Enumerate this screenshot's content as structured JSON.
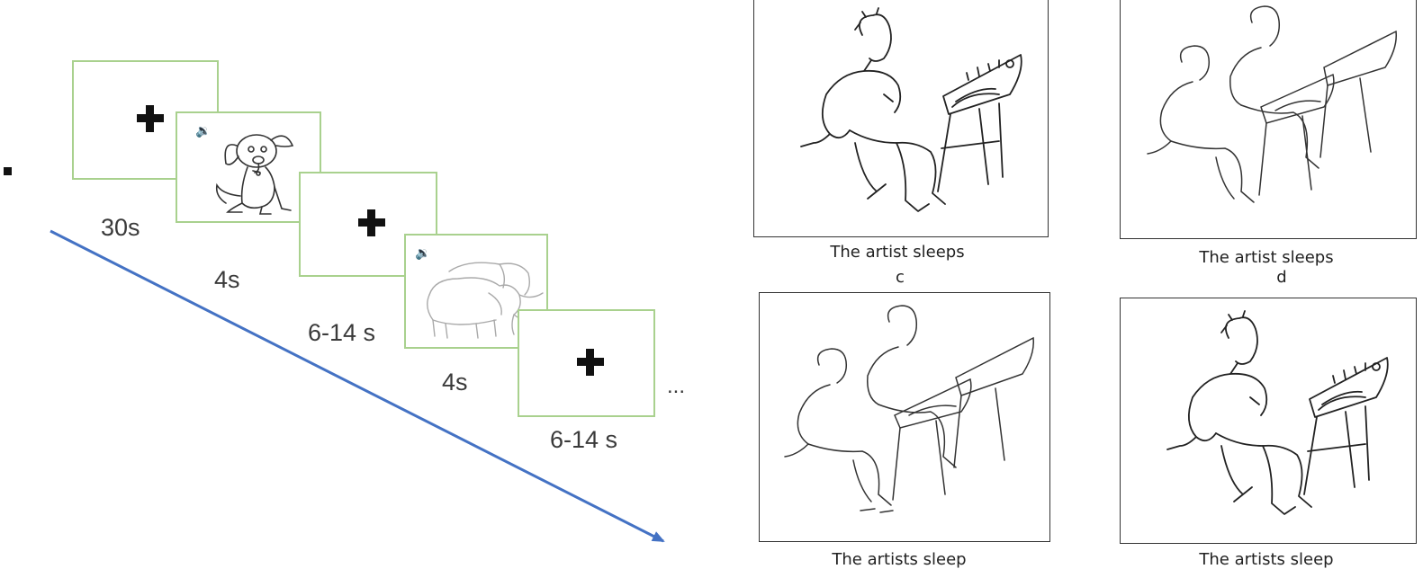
{
  "timeline": {
    "labels": {
      "fixation_first": "30s",
      "stim_first": "4s",
      "fixation_second": "6-14 s",
      "stim_second": "4s",
      "fixation_third": "6-14 s",
      "continuation": "..."
    },
    "arrow_color": "#4472c4",
    "frame_color": "#a9d18e",
    "stimuli": [
      {
        "icon": "dog-drawing-icon",
        "sound_icon": "speaker-icon"
      },
      {
        "icon": "elephants-drawing-icon",
        "sound_icon": "speaker-icon"
      }
    ]
  },
  "panels": [
    {
      "caption": "The artist sleeps",
      "letter": "c",
      "icon": "single-artist-drawing-icon"
    },
    {
      "caption": "The artist sleeps",
      "letter": "d",
      "icon": "two-artists-drawing-icon"
    },
    {
      "caption": "The artists sleep",
      "icon": "two-artists-drawing-icon"
    },
    {
      "caption": "The artists sleep",
      "icon": "single-artist-drawing-icon"
    }
  ]
}
